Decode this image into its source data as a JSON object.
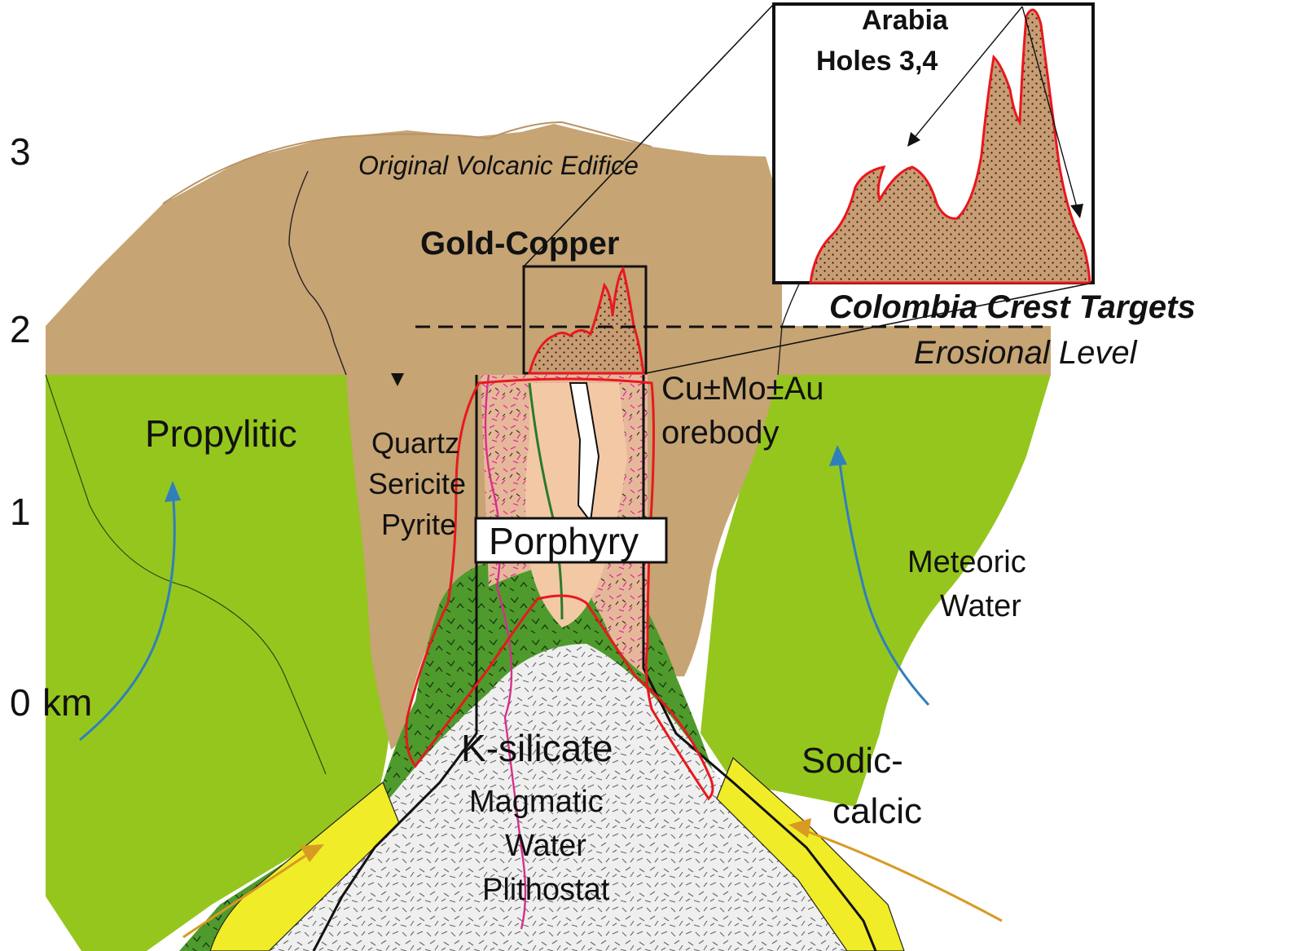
{
  "depth_scale": {
    "labels": [
      "3",
      "2",
      "1",
      "0",
      "km"
    ]
  },
  "labels": {
    "original_edifice": "Original Volcanic Edifice",
    "gold_copper": "Gold-Copper",
    "colombia_crest": "Colombia Crest Targets",
    "erosional_level": "Erosional Level",
    "propylitic": "Propylitic",
    "qsp_line1": "Quartz",
    "qsp_line2": "Sericite",
    "qsp_line3": "Pyrite",
    "porphyry": "Porphyry",
    "orebody_line1": "Cu±Mo±Au",
    "orebody_line2": "orebody",
    "meteoric_line1": "Meteoric",
    "meteoric_line2": "Water",
    "k_silicate": "K-silicate",
    "magmatic_line1": "Magmatic",
    "magmatic_line2": "Water",
    "magmatic_line3": "Plithostat",
    "sodic_line1": "Sodic-",
    "sodic_line2": "calcic"
  },
  "inset": {
    "title_line1": "Arabia",
    "title_line2": "Holes 3,4"
  },
  "colors": {
    "edifice": "#c6a474",
    "propylitic": "#95c61e",
    "dark_green": "#4e9a2c",
    "porphyry_core": "#f3c9a5",
    "orebody_outline": "#e8181e",
    "sodic_yellow": "#f0ec28",
    "k_silicate_bg": "#ececec",
    "blue_arrow": "#2f7fbd",
    "orange_arrow": "#d89a22",
    "magmatic_text": "#b01a1a",
    "meteoric_text": "#1a1a88"
  }
}
